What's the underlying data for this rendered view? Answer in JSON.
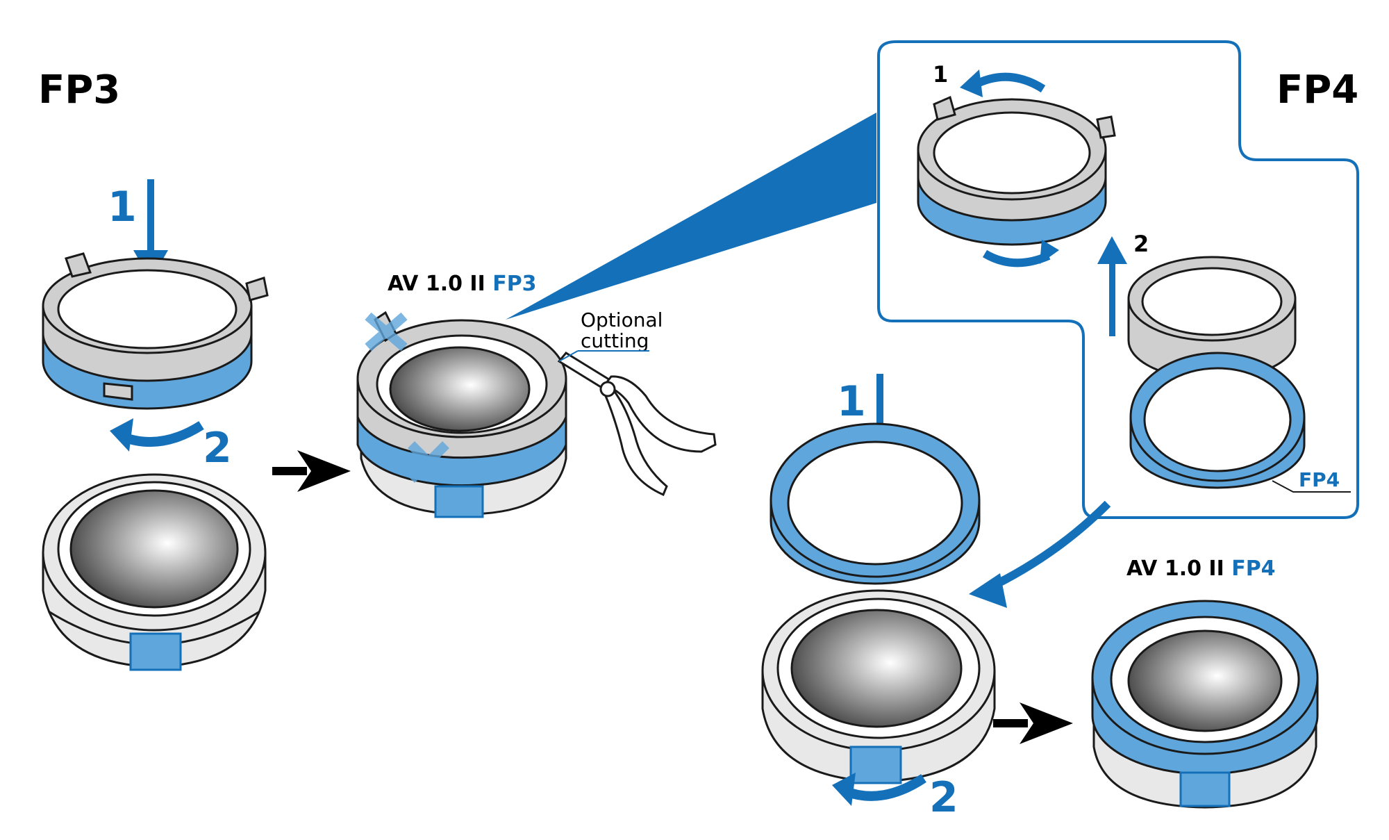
{
  "fp3": {
    "title": "FP3",
    "step1": "1",
    "step2": "2",
    "product_label_prefix": "AV 1.0 II ",
    "product_label_suffix": "FP3",
    "optional_cutting_line1": "Optional",
    "optional_cutting_line2": "cutting"
  },
  "fp4": {
    "title": "FP4",
    "inset_step1": "1",
    "inset_step2": "2",
    "inset_ring_label": "FP4",
    "step1": "1",
    "step2": "2",
    "product_label_prefix": "AV 1.0 II ",
    "product_label_suffix": "FP4"
  },
  "colors": {
    "accent_blue": "#1470b8",
    "ring_blue": "#5fa6dc",
    "ring_gray": "#cfcfcf",
    "outline": "#1a1a1a"
  }
}
